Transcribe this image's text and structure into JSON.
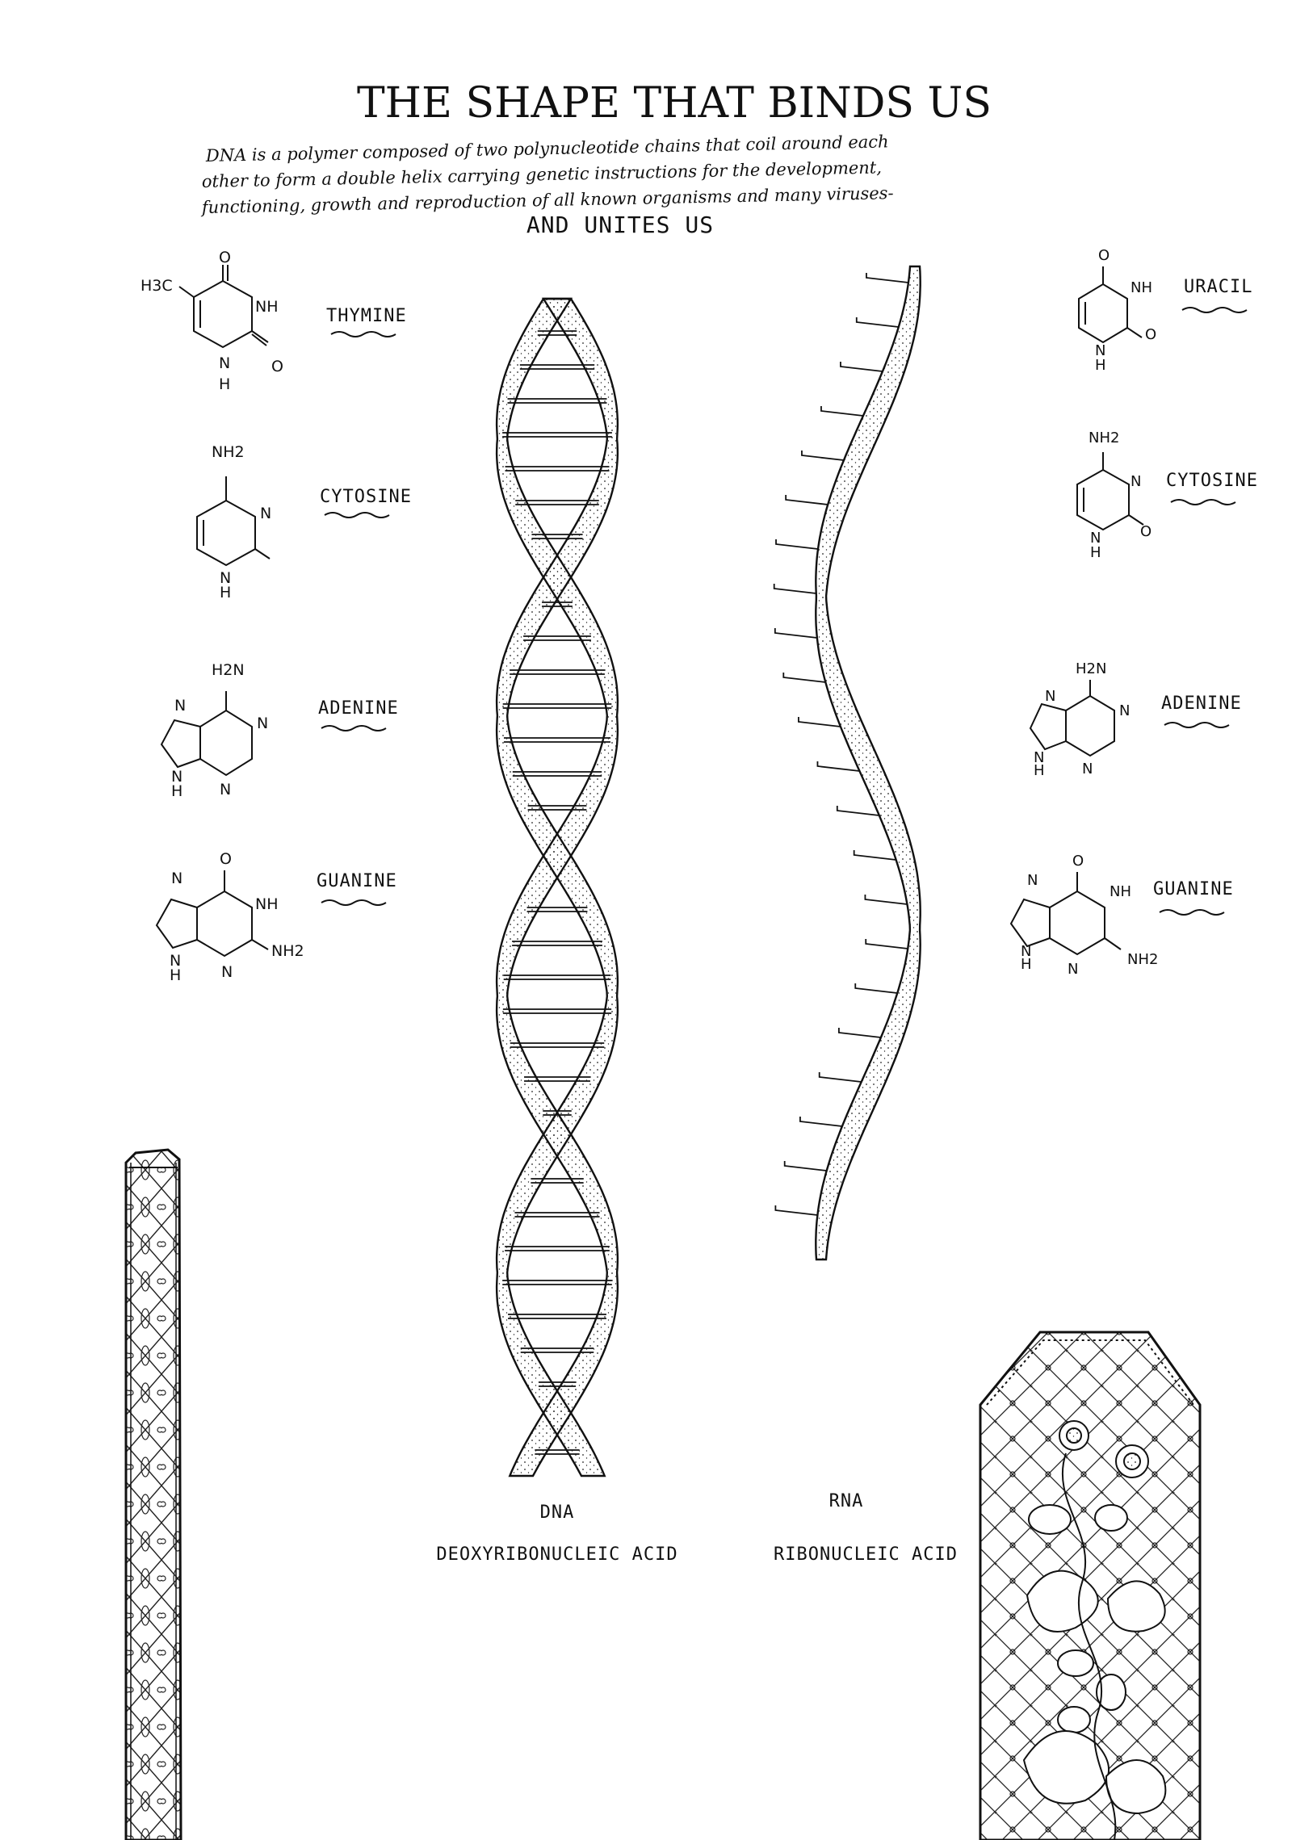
{
  "title": "THE SHAPE THAT BINDS US",
  "intro": [
    "DNA is a polymer composed of two polynucleotide chains that coil around each",
    "other to form a double helix carrying genetic instructions for the development,",
    "functioning, growth and reproduction of all known organisms and many viruses-"
  ],
  "subtitle": "AND UNITES US",
  "dna_bases": [
    "THYMINE",
    "CYTOSINE",
    "ADENINE",
    "GUANINE"
  ],
  "rna_bases": [
    "URACIL",
    "CYTOSINE",
    "ADENINE",
    "GUANINE"
  ],
  "atoms": {
    "o": "O",
    "nh": "NH",
    "n": "N",
    "h": "H",
    "h3c": "H3C",
    "nh2": "NH2",
    "h2n": "H2N"
  },
  "captions": {
    "dna_short": "DNA",
    "dna_long": "DEOXYRIBONUCLEIC ACID",
    "rna_short": "RNA",
    "rna_long": "RIBONUCLEIC ACID"
  }
}
